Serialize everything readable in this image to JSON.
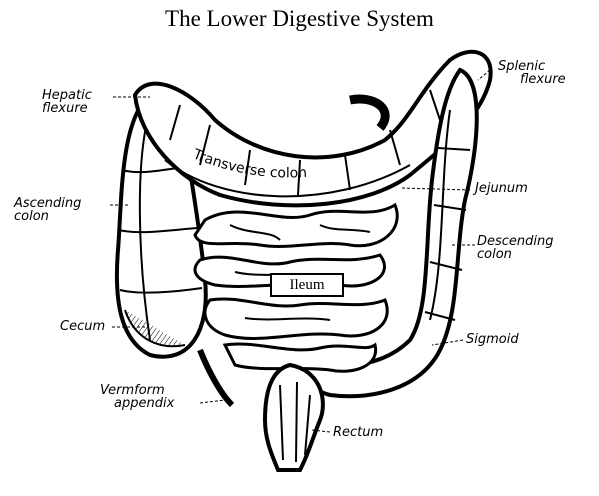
{
  "title": "The Lower Digestive System",
  "labels": {
    "hepatic": [
      "Hepatic",
      "flexure"
    ],
    "splenic": [
      "Splenic",
      "flexure"
    ],
    "transverse": "Transverse colon",
    "ascending": [
      "Ascending",
      "colon"
    ],
    "jejunum": "Jejunum",
    "descending": [
      "Descending",
      "colon"
    ],
    "ileum": "Ileum",
    "cecum": "Cecum",
    "sigmoid": "Sigmoid",
    "appendix": [
      "Vermform",
      "appendix"
    ],
    "rectum": "Rectum"
  }
}
